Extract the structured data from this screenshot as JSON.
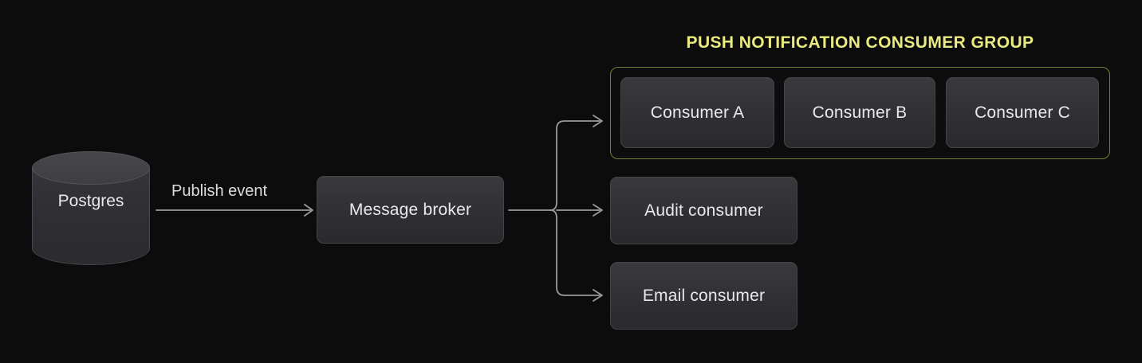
{
  "diagram": {
    "background_color": "#0c0c0c",
    "group": {
      "title": "PUSH NOTIFICATION CONSUMER GROUP",
      "title_color": "#eaea80",
      "border_color": "#7c7c3c",
      "members": [
        {
          "label": "Consumer A"
        },
        {
          "label": "Consumer B"
        },
        {
          "label": "Consumer C"
        }
      ]
    },
    "source": {
      "label": "Postgres",
      "shape": "cylinder-icon"
    },
    "broker": {
      "label": "Message broker"
    },
    "standalone_consumers": [
      {
        "label": "Audit consumer"
      },
      {
        "label": "Email consumer"
      }
    ],
    "edges": [
      {
        "label": "Publish event",
        "from": "Postgres",
        "to": "Message broker"
      }
    ],
    "node_text_color": "#e9e9ea",
    "connector_color": "#9a9a9c"
  }
}
